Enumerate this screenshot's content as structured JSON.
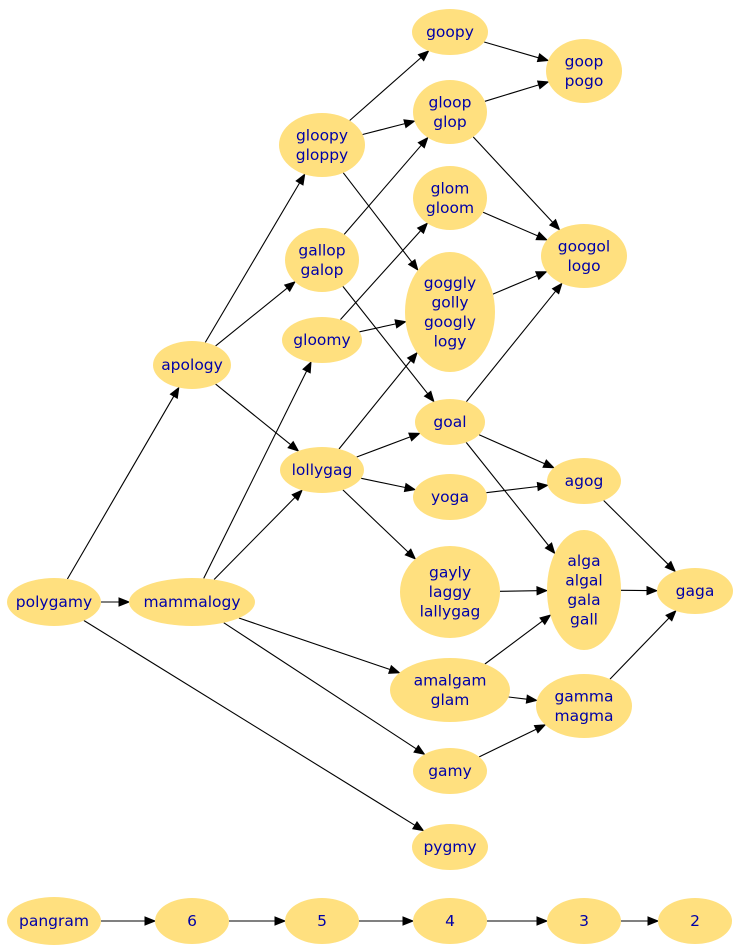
{
  "nodes": [
    {
      "id": "polygamy",
      "lines": [
        "polygamy"
      ]
    },
    {
      "id": "mammalogy",
      "lines": [
        "mammalogy"
      ]
    },
    {
      "id": "apology",
      "lines": [
        "apology"
      ]
    },
    {
      "id": "gloopy",
      "lines": [
        "gloopy",
        "gloppy"
      ]
    },
    {
      "id": "gallop",
      "lines": [
        "gallop",
        "galop"
      ]
    },
    {
      "id": "gloomy",
      "lines": [
        "gloomy"
      ]
    },
    {
      "id": "lollygag",
      "lines": [
        "lollygag"
      ]
    },
    {
      "id": "goopy",
      "lines": [
        "goopy"
      ]
    },
    {
      "id": "gloop",
      "lines": [
        "gloop",
        "glop"
      ]
    },
    {
      "id": "glom",
      "lines": [
        "glom",
        "gloom"
      ]
    },
    {
      "id": "goggly",
      "lines": [
        "goggly",
        "golly",
        "googly",
        "logy"
      ]
    },
    {
      "id": "goal",
      "lines": [
        "goal"
      ]
    },
    {
      "id": "yoga",
      "lines": [
        "yoga"
      ]
    },
    {
      "id": "gayly",
      "lines": [
        "gayly",
        "laggy",
        "lallygag"
      ]
    },
    {
      "id": "amalgam",
      "lines": [
        "amalgam",
        "glam"
      ]
    },
    {
      "id": "gamy",
      "lines": [
        "gamy"
      ]
    },
    {
      "id": "pygmy",
      "lines": [
        "pygmy"
      ]
    },
    {
      "id": "goop",
      "lines": [
        "goop",
        "pogo"
      ]
    },
    {
      "id": "googol",
      "lines": [
        "googol",
        "logo"
      ]
    },
    {
      "id": "agog",
      "lines": [
        "agog"
      ]
    },
    {
      "id": "alga",
      "lines": [
        "alga",
        "algal",
        "gala",
        "gall"
      ]
    },
    {
      "id": "gamma",
      "lines": [
        "gamma",
        "magma"
      ]
    },
    {
      "id": "gaga",
      "lines": [
        "gaga"
      ]
    },
    {
      "id": "pangram",
      "lines": [
        "pangram"
      ]
    },
    {
      "id": "r6",
      "lines": [
        "6"
      ]
    },
    {
      "id": "r5",
      "lines": [
        "5"
      ]
    },
    {
      "id": "r4",
      "lines": [
        "4"
      ]
    },
    {
      "id": "r3",
      "lines": [
        "3"
      ]
    },
    {
      "id": "r2",
      "lines": [
        "2"
      ]
    }
  ],
  "edges": [
    {
      "from": "polygamy",
      "to": "mammalogy"
    },
    {
      "from": "polygamy",
      "to": "apology"
    },
    {
      "from": "polygamy",
      "to": "pygmy"
    },
    {
      "from": "mammalogy",
      "to": "gloomy"
    },
    {
      "from": "mammalogy",
      "to": "lollygag"
    },
    {
      "from": "mammalogy",
      "to": "amalgam"
    },
    {
      "from": "mammalogy",
      "to": "gamy"
    },
    {
      "from": "apology",
      "to": "gloopy"
    },
    {
      "from": "apology",
      "to": "gallop"
    },
    {
      "from": "apology",
      "to": "lollygag"
    },
    {
      "from": "gloopy",
      "to": "goopy"
    },
    {
      "from": "gloopy",
      "to": "gloop"
    },
    {
      "from": "gloopy",
      "to": "goggly"
    },
    {
      "from": "gallop",
      "to": "gloop"
    },
    {
      "from": "gallop",
      "to": "goal"
    },
    {
      "from": "gloomy",
      "to": "glom"
    },
    {
      "from": "gloomy",
      "to": "goggly"
    },
    {
      "from": "lollygag",
      "to": "goggly"
    },
    {
      "from": "lollygag",
      "to": "goal"
    },
    {
      "from": "lollygag",
      "to": "yoga"
    },
    {
      "from": "lollygag",
      "to": "gayly"
    },
    {
      "from": "goopy",
      "to": "goop"
    },
    {
      "from": "gloop",
      "to": "goop"
    },
    {
      "from": "gloop",
      "to": "googol"
    },
    {
      "from": "glom",
      "to": "googol"
    },
    {
      "from": "goggly",
      "to": "googol"
    },
    {
      "from": "goal",
      "to": "googol"
    },
    {
      "from": "goal",
      "to": "agog"
    },
    {
      "from": "goal",
      "to": "alga"
    },
    {
      "from": "yoga",
      "to": "agog"
    },
    {
      "from": "gayly",
      "to": "alga"
    },
    {
      "from": "amalgam",
      "to": "alga"
    },
    {
      "from": "amalgam",
      "to": "gamma"
    },
    {
      "from": "gamy",
      "to": "gamma"
    },
    {
      "from": "agog",
      "to": "gaga"
    },
    {
      "from": "alga",
      "to": "gaga"
    },
    {
      "from": "gamma",
      "to": "gaga"
    },
    {
      "from": "pangram",
      "to": "r6"
    },
    {
      "from": "r6",
      "to": "r5"
    },
    {
      "from": "r5",
      "to": "r4"
    },
    {
      "from": "r4",
      "to": "r3"
    },
    {
      "from": "r3",
      "to": "r2"
    }
  ]
}
